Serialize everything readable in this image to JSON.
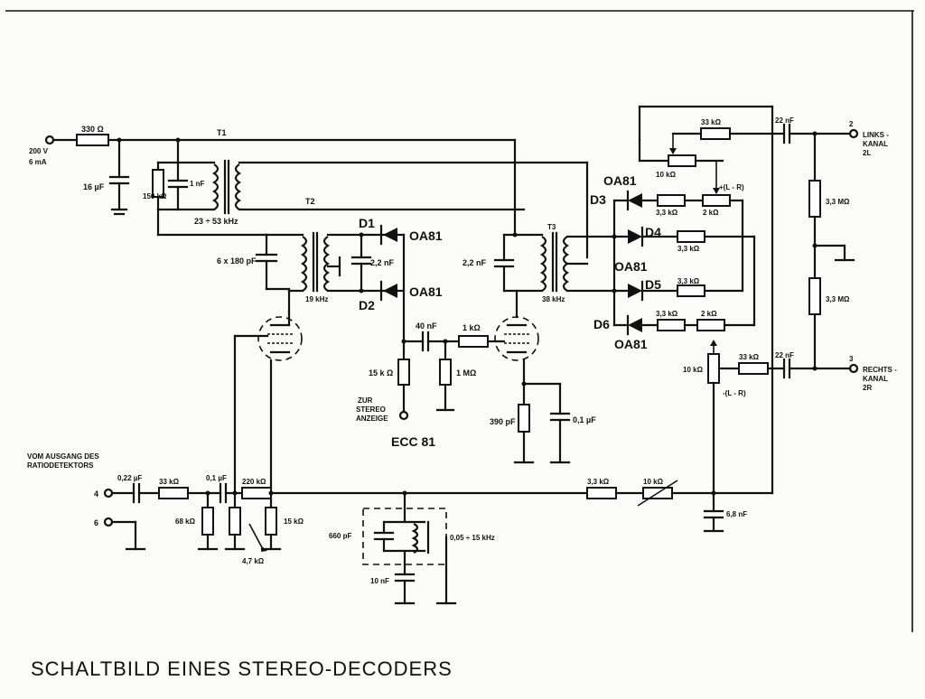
{
  "title": "SCHALTBILD EINES STEREO-DECODERS",
  "supply": {
    "voltage": "200 V",
    "current": "6 mA",
    "r": "330 Ω",
    "c": "16 µF",
    "r2": "150 kΩ",
    "c2": "1 nF"
  },
  "transformers": {
    "t1": "T1",
    "t2": "T2",
    "t3": "T3",
    "t1_freq": "23 ÷ 53 kHz",
    "t2_freq": "19 kHz",
    "t3_freq": "38 kHz"
  },
  "caps": {
    "c6x180": "6 x 180 pF",
    "c2n2a": "2,2 nF",
    "c2n2b": "2,2 nF",
    "c40n": "40 nF",
    "c390p": "390 pF",
    "c01u": "0,1 µF",
    "c022": "0,22 µF",
    "c01": "0,1 µF",
    "c22a": "22 nF",
    "c22b": "22 nF",
    "c68n": "6,8 nF",
    "c660p": "660 pF",
    "c10n": "10 nF"
  },
  "resistors": {
    "r33a": "33 kΩ",
    "r10a": "10 kΩ",
    "r33l": "3,3 kΩ",
    "r2a": "2 kΩ",
    "r33d4": "3,3 kΩ",
    "r33d5": "3,3 kΩ",
    "r33d6": "3,3 kΩ",
    "r2b": "2 kΩ",
    "r15k": "15 k Ω",
    "r1m": "1 MΩ",
    "r1k": "1 kΩ",
    "r10b": "10 kΩ",
    "r33b": "33 kΩ",
    "r33in": "33 kΩ",
    "r68": "68 kΩ",
    "r47": "4,7 kΩ",
    "r220": "220 kΩ",
    "r15b": "15 kΩ",
    "r33s": "3,3 kΩ",
    "r10s": "10 kΩ",
    "r33m1": "3,3 MΩ",
    "r33m2": "3,3 MΩ"
  },
  "diodes": {
    "d1": "D1",
    "d2": "D2",
    "d3": "D3",
    "d4": "D4",
    "d5": "D5",
    "d6": "D6",
    "type": "OA81"
  },
  "tube": "ECC 81",
  "filter": "0,05 ÷ 15 kHz",
  "labels": {
    "plus": "+(L - R)",
    "minus": "-(L - R)",
    "stereo": [
      "ZUR",
      "STEREO",
      "ANZEIGE"
    ],
    "input": [
      "VOM AUSGANG DES",
      "RATIODETEKTORS"
    ]
  },
  "terminals": {
    "t2": "2",
    "t3": "3",
    "t4": "4",
    "t6": "6",
    "left": [
      "LINKS -",
      "KANAL",
      "2L"
    ],
    "right": [
      "RECHTS -",
      "KANAL",
      "2R"
    ]
  }
}
